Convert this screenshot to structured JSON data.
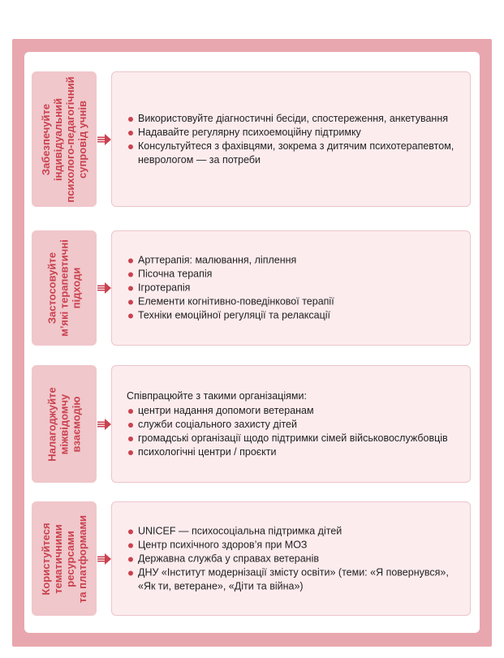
{
  "colors": {
    "frame": "#e8a7ae",
    "accent": "#c9424f",
    "label_bg": "#f0c7cb",
    "content_bg": "#fcecee"
  },
  "sections": [
    {
      "title_lines": [
        "Забезпечуйте",
        "індивідуальний",
        "психолого-педагогічний",
        "супровід учнів"
      ],
      "intro": "",
      "items": [
        "Використовуйте діагностичні бесіди, спостереження, анкетування",
        "Надавайте регулярну психоемоційну підтримку",
        "Консультуйтеся з фахівцями, зокрема з дитячим психотерапевтом, неврологом — за потреби"
      ]
    },
    {
      "title_lines": [
        "Застосовуйте",
        "м’які терапевтичні",
        "підходи"
      ],
      "intro": "",
      "items": [
        "Арттерапія: малювання, ліплення",
        "Пісочна терапія",
        "Ігротерапія",
        "Елементи когнітивно-поведінкової терапії",
        "Техніки емоційної регуляції та релаксації"
      ]
    },
    {
      "title_lines": [
        "Налагоджуйте",
        "міжвідомчу",
        "взаємодію"
      ],
      "intro": "Співпрацюйте з такими організаціями:",
      "items": [
        "центри надання допомоги ветеранам",
        "служби соціального захисту дітей",
        "громадські організації щодо підтримки сімей військовослужбовців",
        "психологічні центри / проєкти"
      ]
    },
    {
      "title_lines": [
        "Користуйтеся",
        "тематичними",
        "ресурсами",
        "та платформами"
      ],
      "intro": "",
      "items": [
        "UNICEF — психосоціальна підтримка дітей",
        "Центр психічного здоров’я при МОЗ",
        "Державна служба у справах ветеранів",
        "ДНУ «Інститут модернізації змісту освіти» (теми: «Я повернувся», «Як ти, ветеране», «Діти та війна»)"
      ]
    }
  ]
}
